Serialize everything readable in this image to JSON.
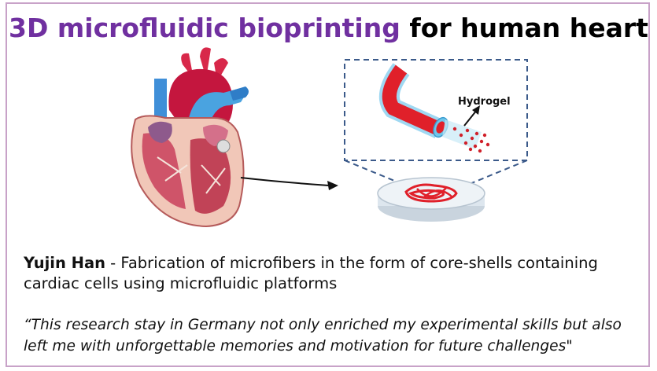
{
  "title": {
    "accent_text": "3D microfluidic bioprinting",
    "rest_text": "for human heart"
  },
  "figure": {
    "hydrogel_label": "Hydrogel"
  },
  "author": {
    "name": "Yujin Han",
    "description": " - Fabrication of microfibers in the form of core-shells containing cardiac cells using microfluidic platforms"
  },
  "quote": {
    "text": "“This research stay in Germany not only enriched my experimental skills but also left me with unforgettable memories and motivation for future challenges\""
  },
  "colors": {
    "accent": "#7030a0",
    "frame": "#c8a2c8",
    "fiber_red": "#e0202a",
    "hydrogel_blue": "#6ec6ea",
    "zoom_box": "#3b5a8a"
  }
}
